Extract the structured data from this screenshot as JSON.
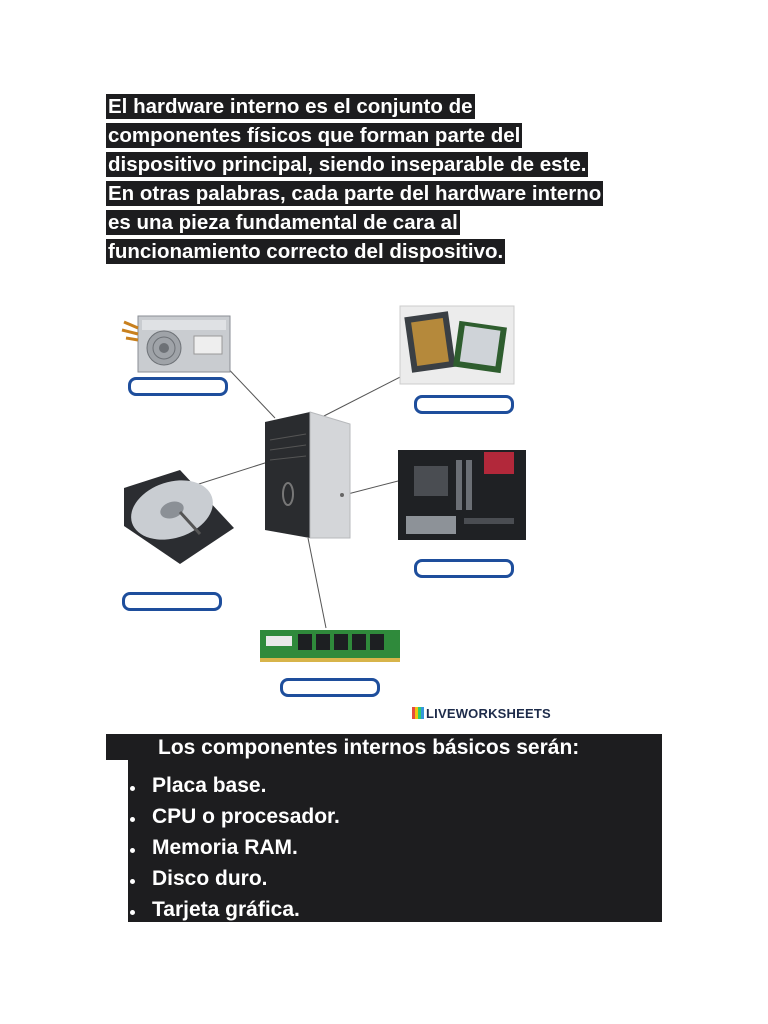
{
  "intro": {
    "lines": [
      "El hardware interno es el conjunto de",
      "componentes físicos que forman parte del",
      "dispositivo principal, siendo inseparable de este.",
      "En otras palabras, cada parte del hardware interno",
      "es una pieza fundamental de cara al",
      "funcionamiento correcto del dispositivo."
    ]
  },
  "diagram": {
    "components": [
      "power-supply",
      "cpu",
      "tower",
      "hard-disk",
      "motherboard",
      "ram"
    ],
    "answer_boxes": 5
  },
  "brand": {
    "label": "LIVEWORKSHEETS"
  },
  "list": {
    "title": "Los componentes internos básicos serán:",
    "items": [
      "Placa base.",
      "CPU o procesador.",
      "Memoria RAM.",
      "Disco duro.",
      "Tarjeta gráfica."
    ]
  },
  "colors": {
    "highlight": "#1d1d1f",
    "answer_box_border": "#1e4e9c"
  }
}
